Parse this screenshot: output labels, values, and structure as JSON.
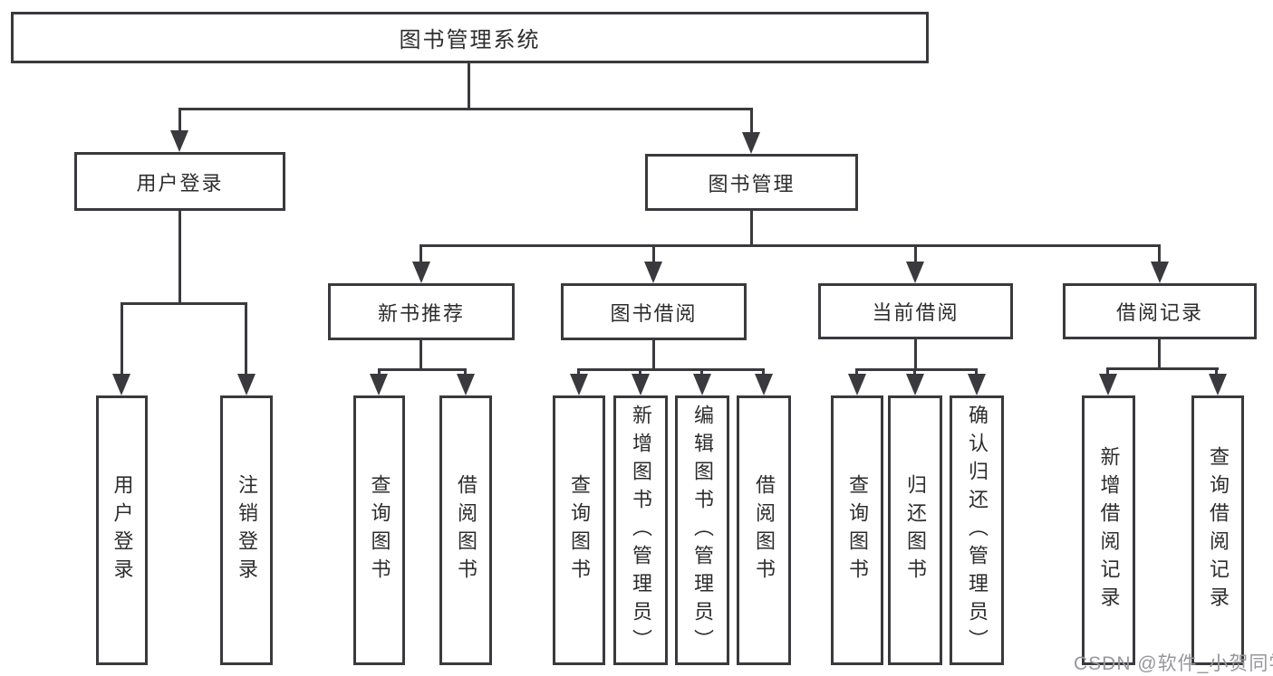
{
  "root": {
    "label": "图书管理系统"
  },
  "level2": [
    {
      "label": "用户登录",
      "children": [
        {
          "label": "用户登录"
        },
        {
          "label": "注销登录"
        }
      ]
    },
    {
      "label": "图书管理",
      "children": [
        {
          "label": "新书推荐",
          "children": [
            {
              "label": "查询图书"
            },
            {
              "label": "借阅图书"
            }
          ]
        },
        {
          "label": "图书借阅",
          "children": [
            {
              "label": "查询图书"
            },
            {
              "label": "新增图书（管理员）"
            },
            {
              "label": "编辑图书（管理员）"
            },
            {
              "label": "借阅图书"
            }
          ]
        },
        {
          "label": "当前借阅",
          "children": [
            {
              "label": "查询图书"
            },
            {
              "label": "归还图书"
            },
            {
              "label": "确认归还（管理员）"
            }
          ]
        },
        {
          "label": "借阅记录",
          "children": [
            {
              "label": "新增借阅记录"
            },
            {
              "label": "查询借阅记录"
            }
          ]
        }
      ]
    }
  ],
  "watermark": {
    "text": "CSDN @软件_小贺同学"
  },
  "colors": {
    "line": "#3a3a3e",
    "text": "#2d2d2d",
    "watermark": "#97979c",
    "background": "#ffffff"
  }
}
